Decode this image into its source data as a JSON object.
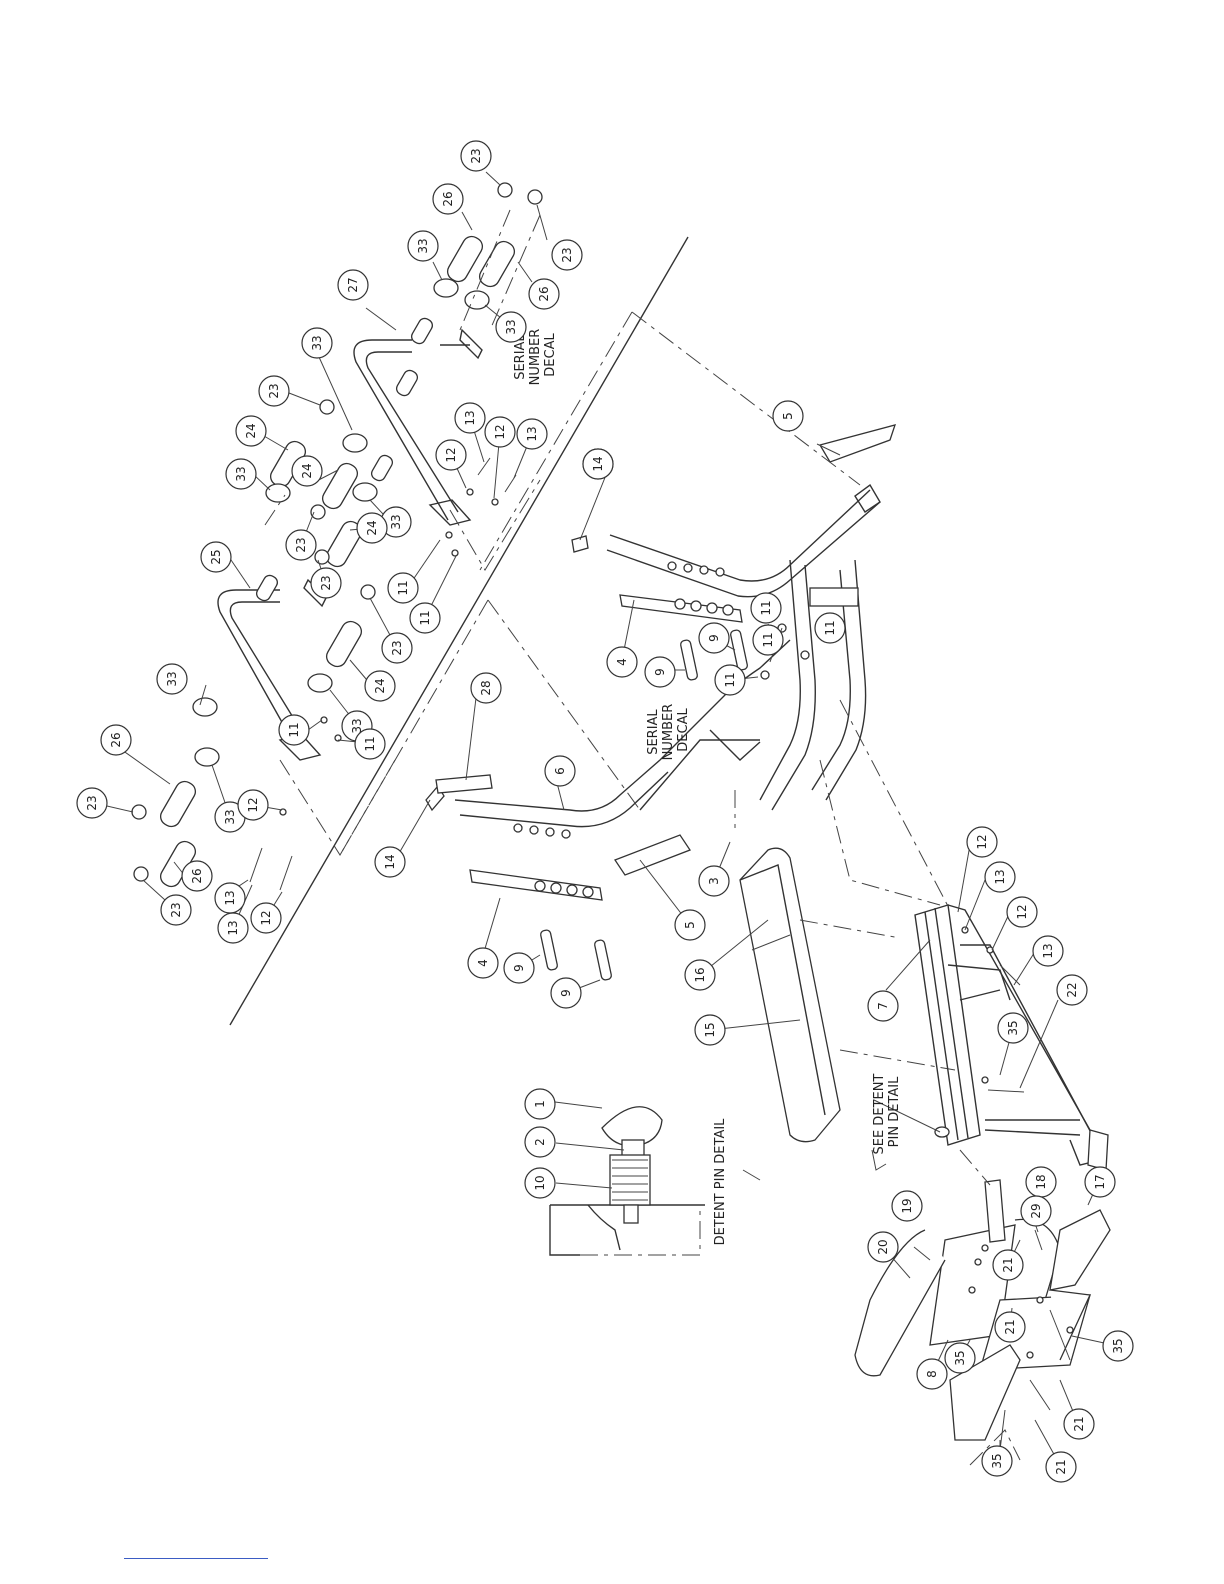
{
  "diagram": {
    "notes": {
      "serial_decal_a": [
        "SERIAL",
        "NUMBER",
        "DECAL"
      ],
      "serial_decal_b": [
        "SERIAL",
        "NUMBER",
        "DECAL"
      ],
      "see_detent": [
        "SEE DETENT",
        "PIN DETAIL"
      ],
      "detent_title": "DETENT PIN DETAIL"
    },
    "callouts": {
      "c1": "23",
      "c2": "23",
      "c3": "26",
      "c4": "26",
      "c5": "33",
      "c6": "33",
      "c7": "27",
      "c8": "33",
      "c9": "23",
      "c10": "24",
      "c11": "33",
      "c12": "24",
      "c13": "33",
      "c14": "23",
      "c15": "24",
      "c16": "23",
      "c17": "23",
      "c18": "25",
      "c19": "24",
      "c20": "33",
      "c21": "33",
      "c22": "26",
      "c23": "23",
      "c24": "33",
      "c25": "26",
      "c26": "23",
      "c27": "11",
      "c28": "11",
      "c29": "12",
      "c30": "13",
      "c31": "13",
      "c32": "12",
      "c33": "13",
      "c34": "12",
      "c35": "12",
      "c36": "13",
      "c37": "11",
      "c38": "11",
      "c39": "14",
      "c40": "28",
      "c41": "6",
      "c42": "14",
      "c43": "4",
      "c44": "9",
      "c45": "9",
      "c46": "5",
      "c47": "3",
      "c48": "14",
      "c49": "4",
      "c50": "9",
      "c51": "9",
      "c52": "11",
      "c53": "11",
      "c54": "11",
      "c55": "11",
      "c56": "5",
      "c57": "16",
      "c58": "15",
      "c59": "12",
      "c60": "13",
      "c61": "12",
      "c62": "13",
      "c63": "7",
      "c64": "35",
      "c65": "22",
      "c66": "1",
      "c67": "2",
      "c68": "10",
      "c69": "20",
      "c70": "19",
      "c71": "18",
      "c72": "17",
      "c73": "29",
      "c74": "21",
      "c75": "21",
      "c76": "35",
      "c77": "8",
      "c78": "35",
      "c79": "21",
      "c80": "35",
      "c81": "21"
    }
  }
}
